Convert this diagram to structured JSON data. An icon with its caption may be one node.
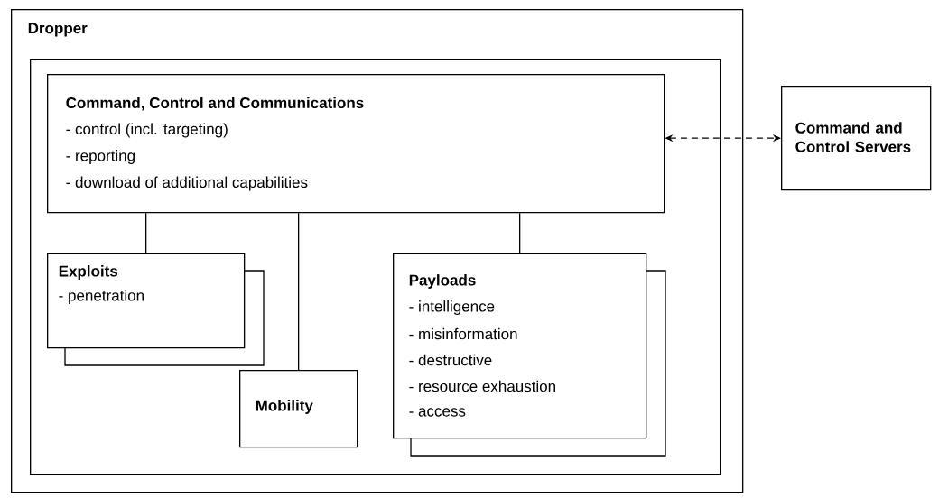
{
  "diagram": {
    "nodes": [
      {
        "text": [
          "Dropper"
        ]
      },
      {
        "text": [],
        "shape": "box",
        "in": 0
      },
      {
        "text": [
          "Command, Control and Communications",
          "- control (incl. targeting)",
          "- reporting",
          "- download of additional capabilities"
        ],
        "in": 1
      },
      {
        "text": [
          "Exploits",
          "- penetration"
        ],
        "in": 1
      },
      {
        "text": [
          "Mobility"
        ],
        "in": 1
      },
      {
        "text": [
          "Payloads",
          "- intelligence",
          "- misinformation",
          "- destructive",
          "- resource exhaustion",
          "- access"
        ],
        "in": 1
      },
      {
        "text": [
          "Command and Control Servers"
        ]
      }
    ],
    "edges": [
      {
        "from": 2,
        "to": 3,
        "arrow": "none"
      },
      {
        "from": 2,
        "to": 4,
        "arrow": "none"
      },
      {
        "from": 2,
        "to": 5,
        "arrow": "none"
      },
      {
        "from": 2,
        "to": 6,
        "arrow": "both",
        "style": "dashed"
      }
    ]
  }
}
